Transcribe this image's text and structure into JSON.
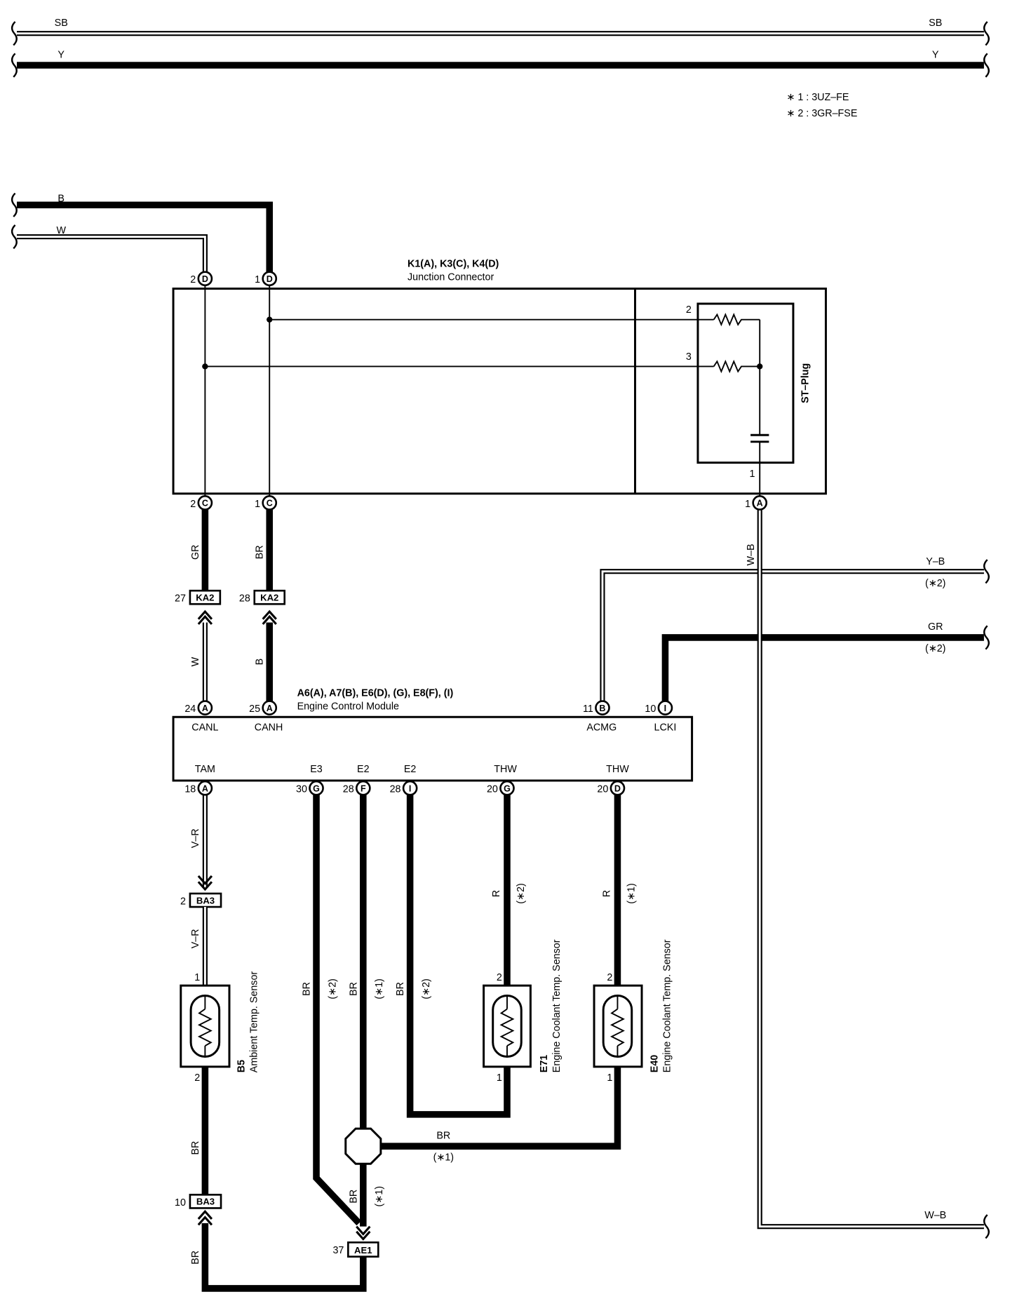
{
  "top_bus": {
    "sb": {
      "left": "SB",
      "right": "SB"
    },
    "y": {
      "left": "Y",
      "right": "Y"
    }
  },
  "notes": [
    "∗ 1 : 3UZ–FE",
    "∗ 2 : 3GR–FSE"
  ],
  "junction_connector": {
    "title": "K1(A), K3(C), K4(D)",
    "name": "Junction Connector",
    "input_wires": [
      "B",
      "W"
    ],
    "pins_top": [
      {
        "num": "2",
        "letter": "D"
      },
      {
        "num": "1",
        "letter": "D"
      }
    ],
    "pins_bottom": [
      {
        "num": "2",
        "letter": "C"
      },
      {
        "num": "1",
        "letter": "C"
      },
      {
        "num": "1",
        "letter": "A"
      }
    ],
    "st_plug": {
      "label": "ST–Plug",
      "terminals": [
        "2",
        "3",
        "1"
      ]
    }
  },
  "can_wires": [
    {
      "upper_color": "GR",
      "connector": "KA2",
      "connector_pin": "27",
      "lower_color": "W"
    },
    {
      "upper_color": "BR",
      "connector": "KA2",
      "connector_pin": "28",
      "lower_color": "B"
    }
  ],
  "ecm": {
    "title": "A6(A), A7(B), E6(D), (G), E8(F), (I)",
    "name": "Engine Control Module",
    "pins_top": [
      {
        "num": "24",
        "letter": "A",
        "signal": "CANL"
      },
      {
        "num": "25",
        "letter": "A",
        "signal": "CANH"
      },
      {
        "num": "11",
        "letter": "B",
        "signal": "ACMG"
      },
      {
        "num": "10",
        "letter": "I",
        "signal": "LCKI"
      }
    ],
    "pins_bottom": [
      {
        "num": "18",
        "letter": "A",
        "signal": "TAM"
      },
      {
        "num": "30",
        "letter": "G",
        "signal": "E3"
      },
      {
        "num": "28",
        "letter": "F",
        "signal": "E2"
      },
      {
        "num": "28",
        "letter": "I",
        "signal": "E2"
      },
      {
        "num": "20",
        "letter": "G",
        "signal": "THW"
      },
      {
        "num": "20",
        "letter": "D",
        "signal": "THW"
      }
    ]
  },
  "right_wires": {
    "wb": {
      "vertical_label": "W–B",
      "end_label": "W–B"
    },
    "yb": {
      "label": "Y–B",
      "note": "(∗2)"
    },
    "gr": {
      "label": "GR",
      "note": "(∗2)"
    }
  },
  "ambient_circuit": {
    "upper_wire": "V–R",
    "connector_top": {
      "name": "BA3",
      "pin": "2"
    },
    "middle_wire": "V–R",
    "sensor": {
      "code": "B5",
      "name": "Ambient Temp. Sensor",
      "pin_top": "1",
      "pin_bottom": "2"
    },
    "lower_wire": "BR",
    "connector_bottom": {
      "name": "BA3",
      "pin": "10"
    },
    "return_wire": "BR"
  },
  "ground_junction": {
    "name": "AE1",
    "pin": "37"
  },
  "ground_wires": [
    {
      "color": "BR",
      "note": "(∗2)"
    },
    {
      "color": "BR",
      "note": "(∗1)"
    },
    {
      "color": "BR",
      "note": "(∗1)"
    },
    {
      "color": "BR",
      "note": "(∗2)"
    },
    {
      "color": "BR",
      "note": "(∗1)"
    }
  ],
  "coolant_sensors": [
    {
      "code": "E71",
      "name": "Engine Coolant Temp. Sensor",
      "wire_color": "R",
      "note": "(∗2)",
      "pin_top": "2",
      "pin_bottom": "1"
    },
    {
      "code": "E40",
      "name": "Engine Coolant Temp. Sensor",
      "wire_color": "R",
      "note": "(∗1)",
      "pin_top": "2",
      "pin_bottom": "1"
    }
  ],
  "colors": {
    "ink": "#000000",
    "background": "#ffffff"
  }
}
